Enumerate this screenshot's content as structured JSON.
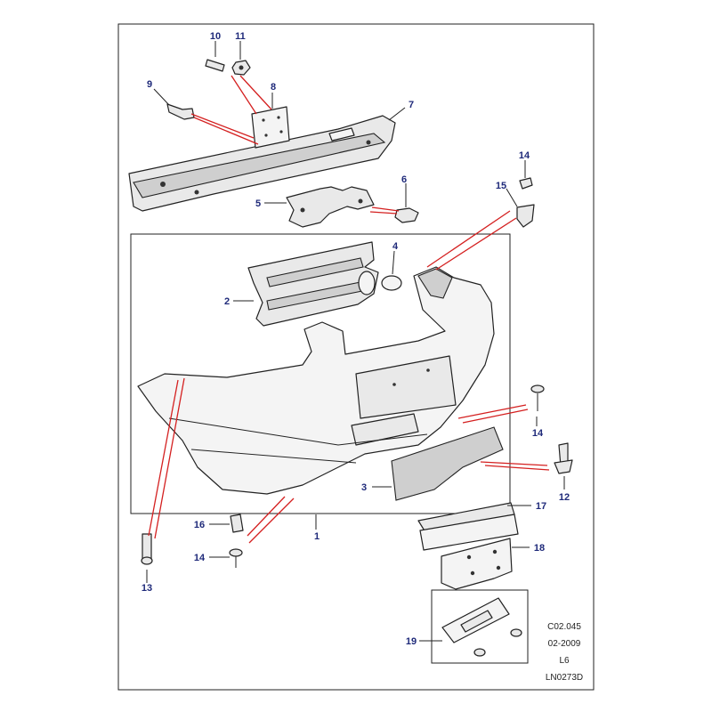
{
  "diagram": {
    "callouts": {
      "c1": "1",
      "c2": "2",
      "c3": "3",
      "c4": "4",
      "c5": "5",
      "c6": "6",
      "c7": "7",
      "c8": "8",
      "c9": "9",
      "c10": "10",
      "c11": "11",
      "c12": "12",
      "c13": "13",
      "c14a": "14",
      "c14b": "14",
      "c14c": "14",
      "c15": "15",
      "c16": "16",
      "c17": "17",
      "c18": "18",
      "c19": "19"
    },
    "colors": {
      "callout": "#1f2a7a",
      "link_lines": "#d42020",
      "outline": "#222222"
    },
    "meta": {
      "line1": "C02.045",
      "line2": "02-2009",
      "line3": "L6",
      "line4": "LN0273D"
    }
  }
}
